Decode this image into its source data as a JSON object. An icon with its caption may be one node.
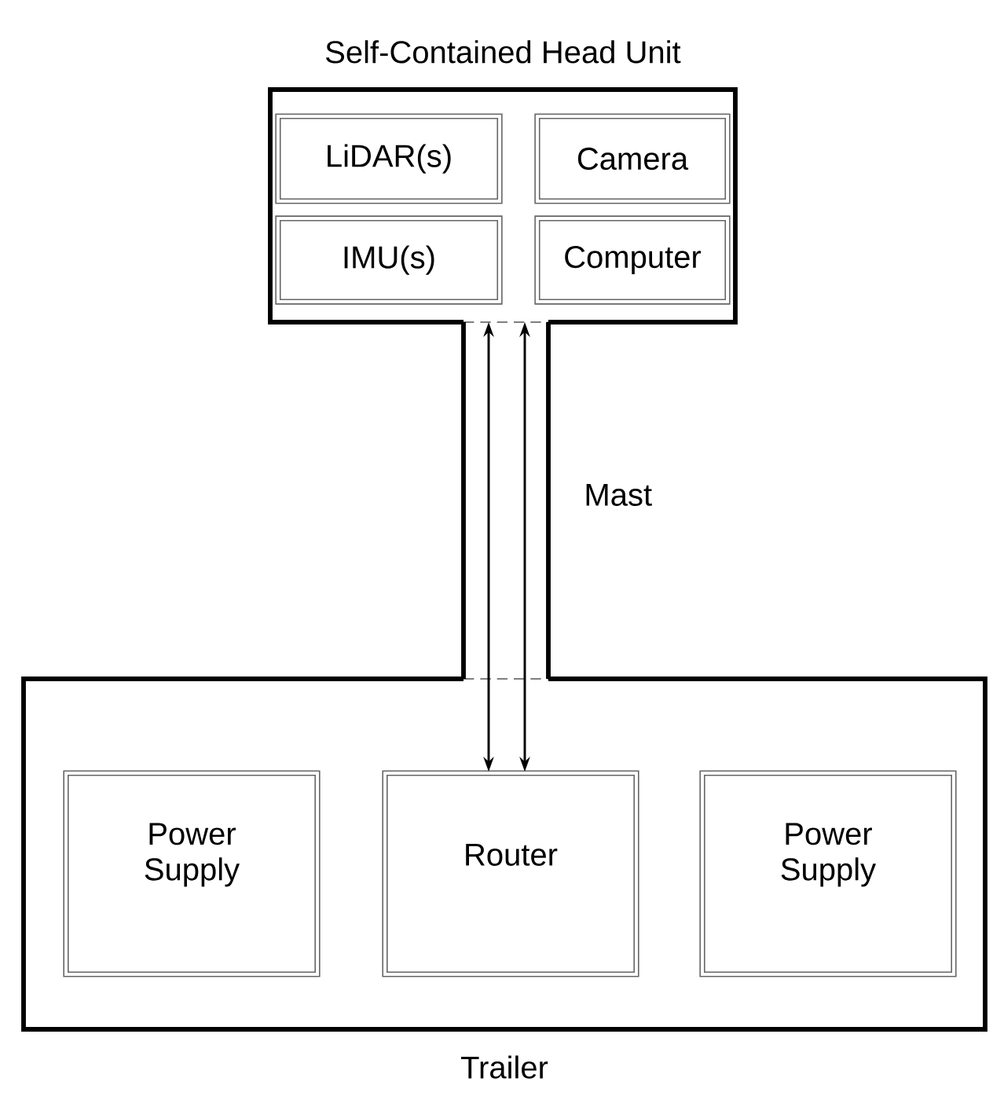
{
  "diagram": {
    "nodes": [
      {
        "text": [
          "Self-Contained Head Unit"
        ]
      },
      {
        "text": [
          "LiDAR(s)"
        ],
        "in": 0
      },
      {
        "text": [
          "Camera"
        ],
        "in": 0
      },
      {
        "text": [
          "IMU(s)"
        ],
        "in": 0
      },
      {
        "text": [
          "Computer"
        ],
        "in": 0
      },
      {
        "text": [
          "Trailer"
        ]
      },
      {
        "text": [
          "Power Supply"
        ],
        "in": 5
      },
      {
        "text": [
          "Router"
        ],
        "in": 5
      },
      {
        "text": [
          "Power Supply"
        ],
        "in": 5
      }
    ],
    "edges": [
      {
        "from": 0,
        "to": 7,
        "arrow": "both"
      },
      {
        "from": 0,
        "to": 7,
        "arrow": "both"
      }
    ],
    "labels": [
      "Mast"
    ]
  }
}
